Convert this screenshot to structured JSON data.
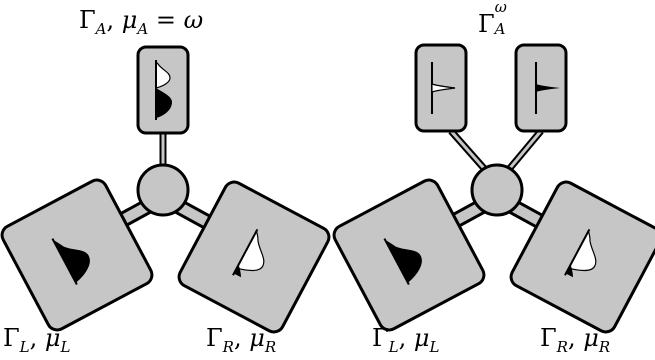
{
  "left_diagram": {
    "top_label": {
      "gamma": "Γ",
      "gamma_sub": "A",
      "comma": ", ",
      "mu": "μ",
      "mu_sub": "A",
      "equals": " = ω"
    },
    "left_label": {
      "gamma": "Γ",
      "gamma_sub": "L",
      "comma": ", ",
      "mu": "μ",
      "mu_sub": "L"
    },
    "right_label": {
      "gamma": "Γ",
      "gamma_sub": "R",
      "comma": ", ",
      "mu": "μ",
      "mu_sub": "R"
    }
  },
  "right_diagram": {
    "top_label": {
      "gamma": "Γ",
      "gamma_sub": "A",
      "gamma_sup": "ω"
    },
    "left_label": {
      "gamma": "Γ",
      "gamma_sub": "L",
      "comma": ", ",
      "mu": "μ",
      "mu_sub": "L"
    },
    "right_label": {
      "gamma": "Γ",
      "gamma_sub": "R",
      "comma": ", ",
      "mu": "μ",
      "mu_sub": "R"
    }
  },
  "colors": {
    "reservoir_fill": "#c6c6c6",
    "outline": "#000000",
    "filled_state": "#000000",
    "empty_state": "#ffffff"
  }
}
